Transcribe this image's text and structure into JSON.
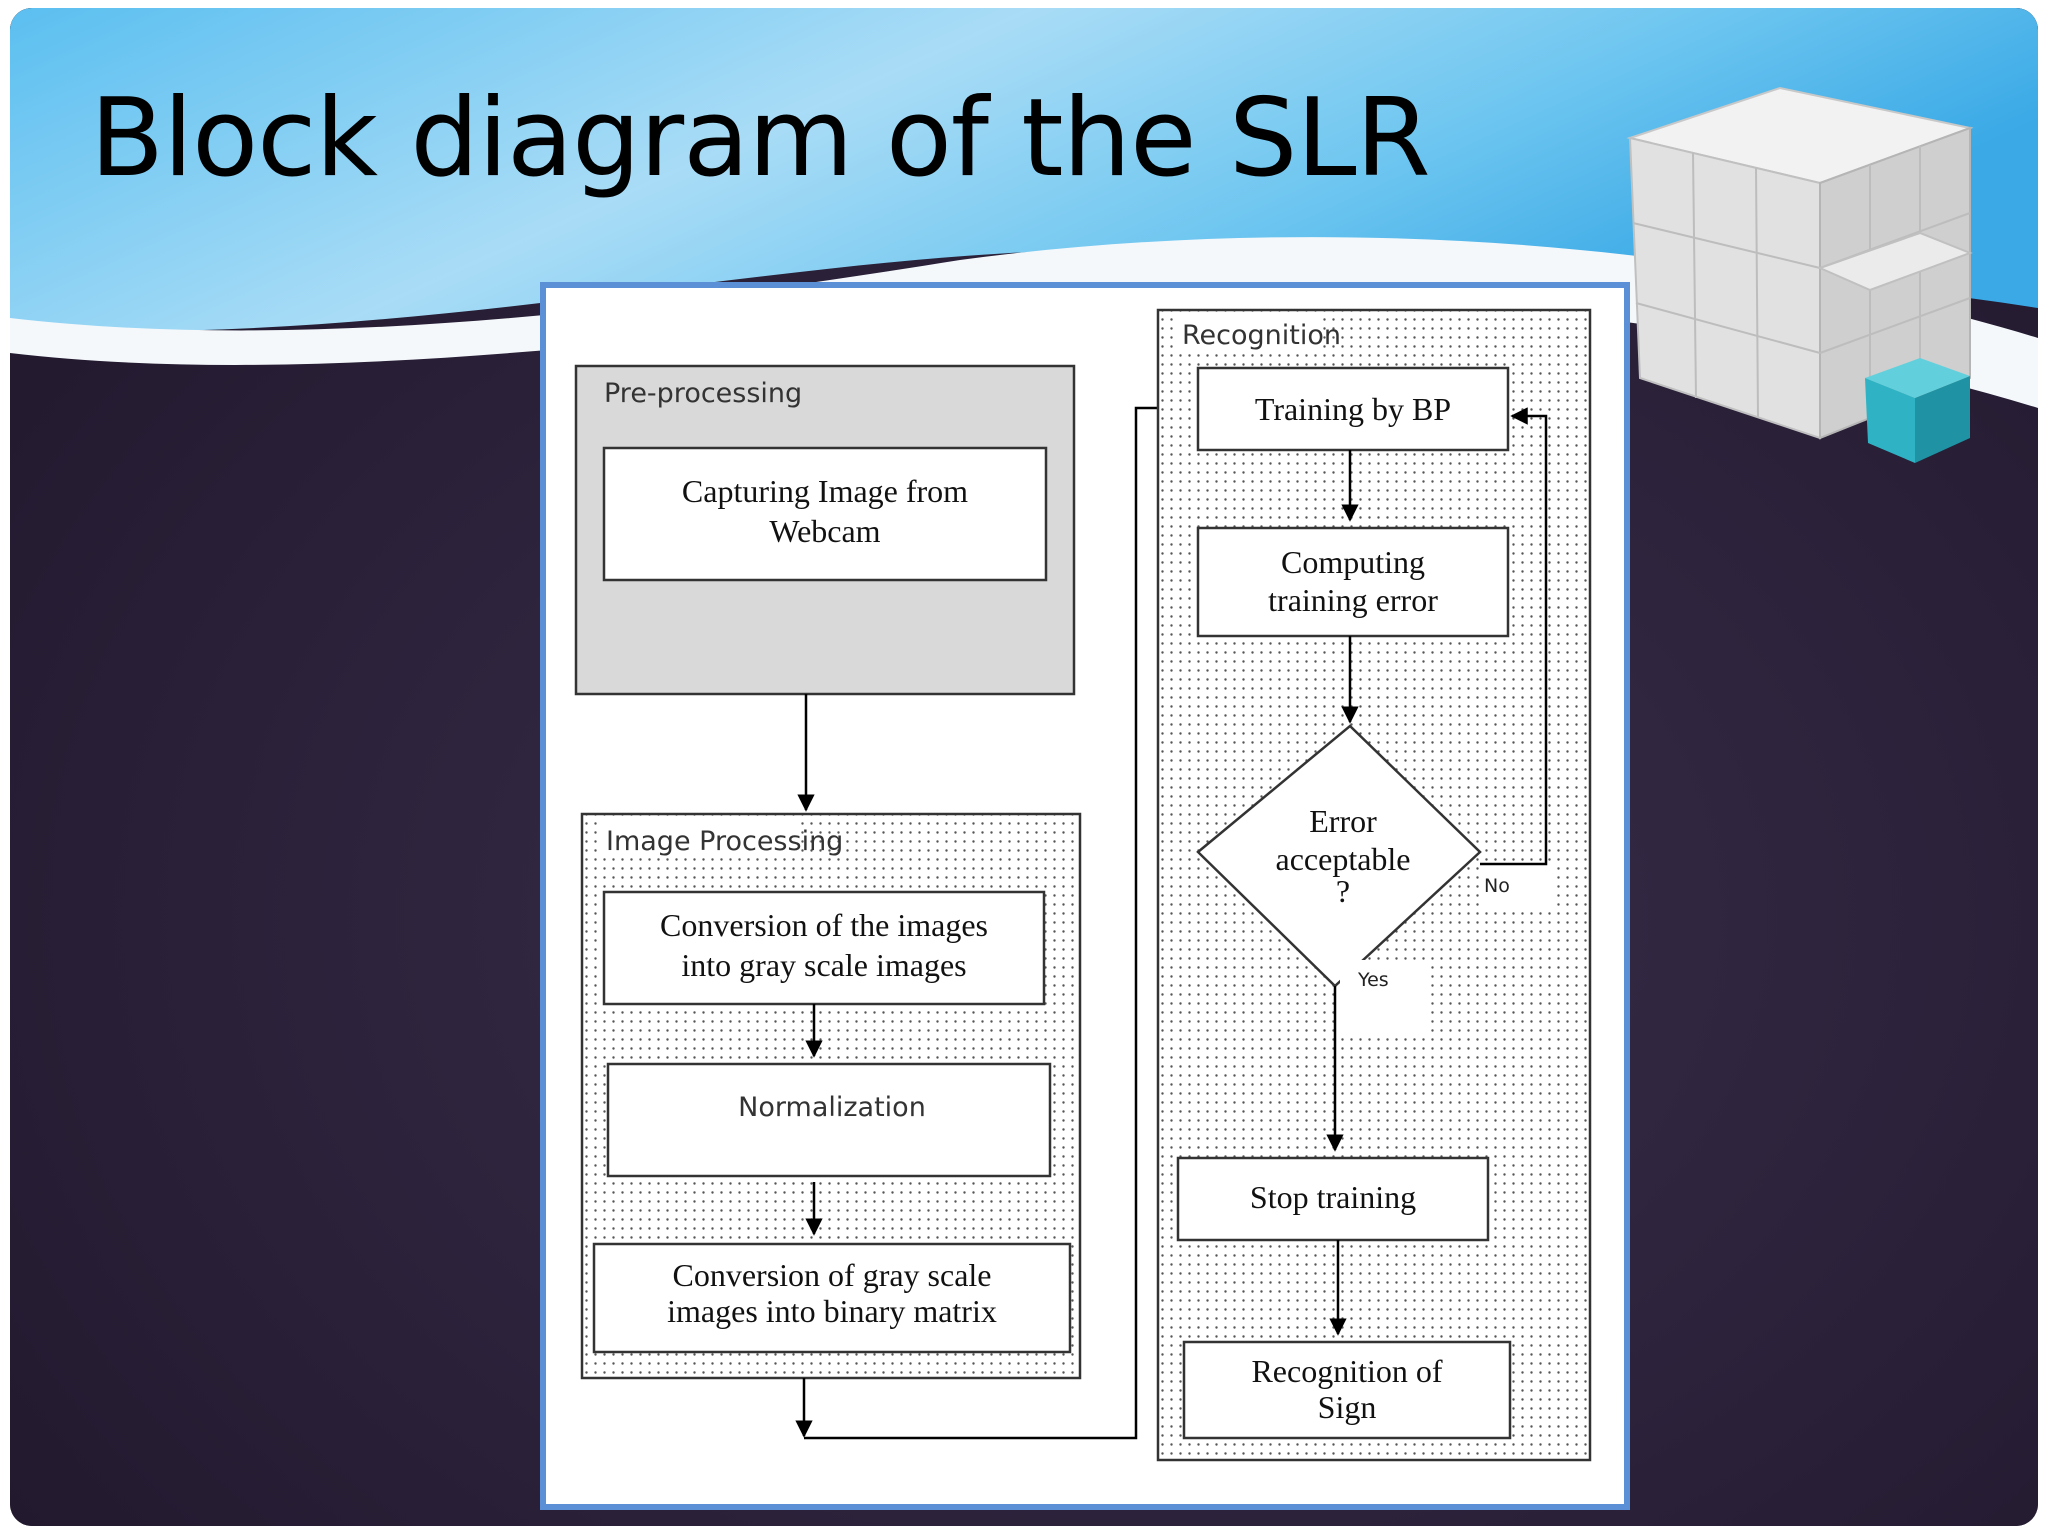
{
  "slide": {
    "title": "Block diagram of the SLR"
  },
  "diagram": {
    "sections": {
      "preprocessing": "Pre-processing",
      "image_processing": "Image Processing",
      "recognition": "Recognition"
    },
    "boxes": {
      "capturing": [
        "Capturing Image from",
        "Webcam"
      ],
      "conversion_gray": [
        "Conversion of the images",
        "into gray scale images"
      ],
      "normalization": "Normalization",
      "conversion_binary": [
        "Conversion of gray scale",
        "images into binary matrix"
      ],
      "training": "Training by BP",
      "computing": [
        "Computing",
        "training error"
      ],
      "decision": [
        "Error",
        "acceptable",
        "?"
      ],
      "stop": "Stop training",
      "recognition_sign": [
        "Recognition of",
        "Sign"
      ]
    },
    "edge_labels": {
      "no": "No",
      "yes": "Yes"
    }
  },
  "colors": {
    "frame_border": "#5b8fd6",
    "background_dark": "#2a1f38",
    "sky_blue": "#4ab3ea",
    "preprocessing_fill": "#d9d9d9",
    "cube_teal": "#2fb3c4"
  },
  "decorations": {
    "cube": "3d-white-cube-graphic",
    "small_cube": "teal-cube-graphic"
  }
}
